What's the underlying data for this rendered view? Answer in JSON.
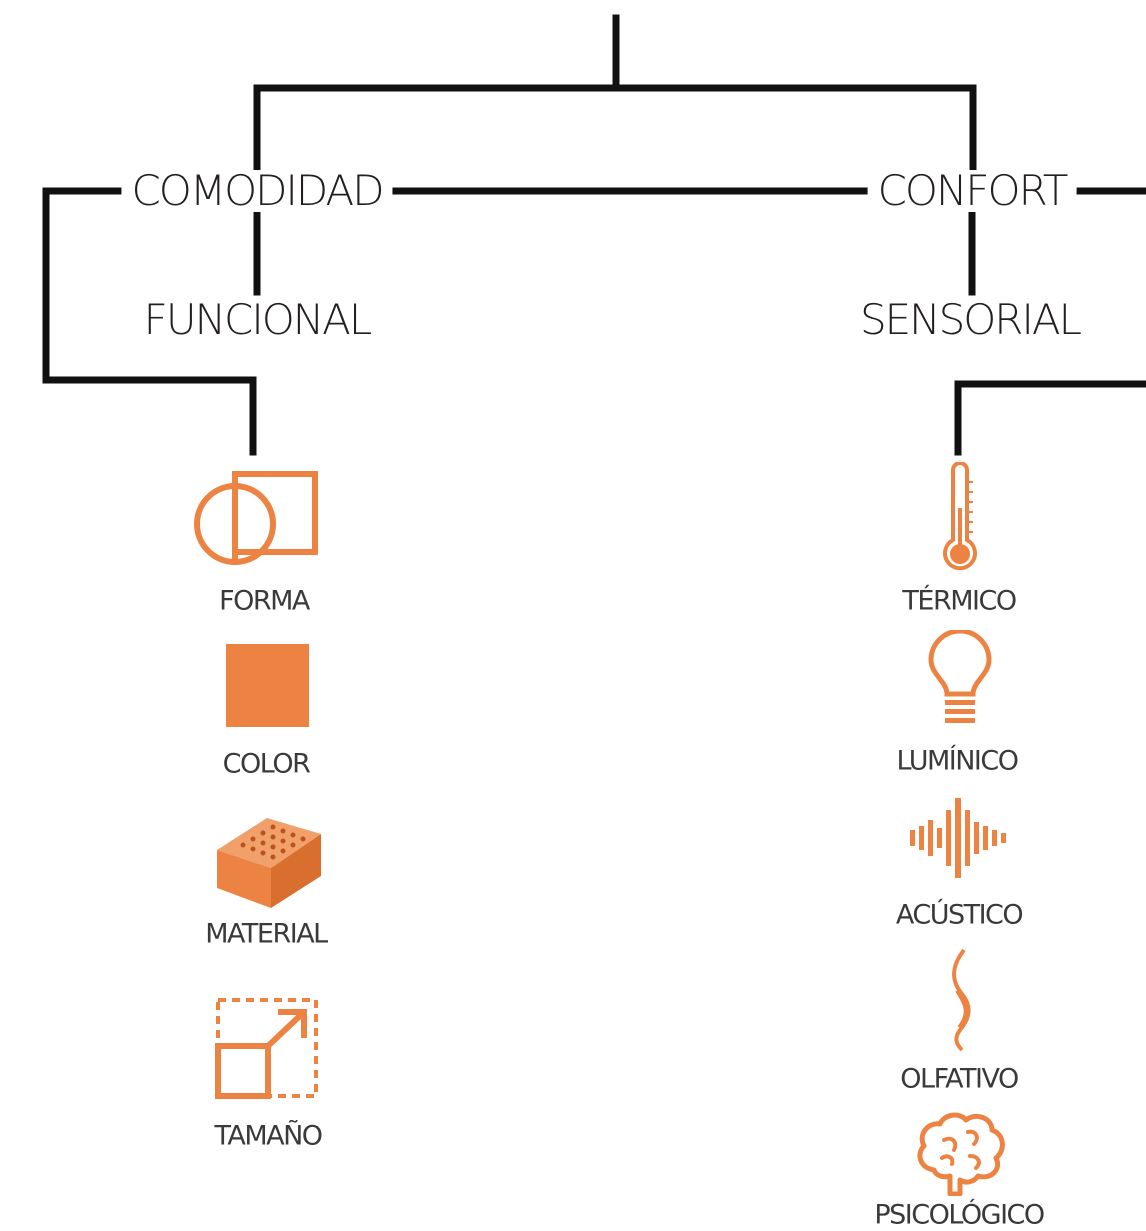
{
  "colors": {
    "line": "#111111",
    "accent": "#ed8342",
    "text": "#231f20"
  },
  "tree": {
    "left": {
      "title": "COMODIDAD",
      "subtitle": "FUNCIONAL",
      "items": [
        {
          "label": "FORMA",
          "icon": "shape-circle-square-icon"
        },
        {
          "label": "COLOR",
          "icon": "color-square-icon"
        },
        {
          "label": "MATERIAL",
          "icon": "brick-icon"
        },
        {
          "label": "TAMAÑO",
          "icon": "resize-arrow-icon"
        }
      ]
    },
    "right": {
      "title": "CONFORT",
      "subtitle": "SENSORIAL",
      "items": [
        {
          "label": "TÉRMICO",
          "icon": "thermometer-icon"
        },
        {
          "label": "LUMÍNICO",
          "icon": "lightbulb-icon"
        },
        {
          "label": "ACÚSTICO",
          "icon": "sound-wave-icon"
        },
        {
          "label": "OLFATIVO",
          "icon": "smell-wave-icon"
        },
        {
          "label": "PSICOLÓGICO",
          "icon": "brain-icon"
        }
      ]
    }
  }
}
